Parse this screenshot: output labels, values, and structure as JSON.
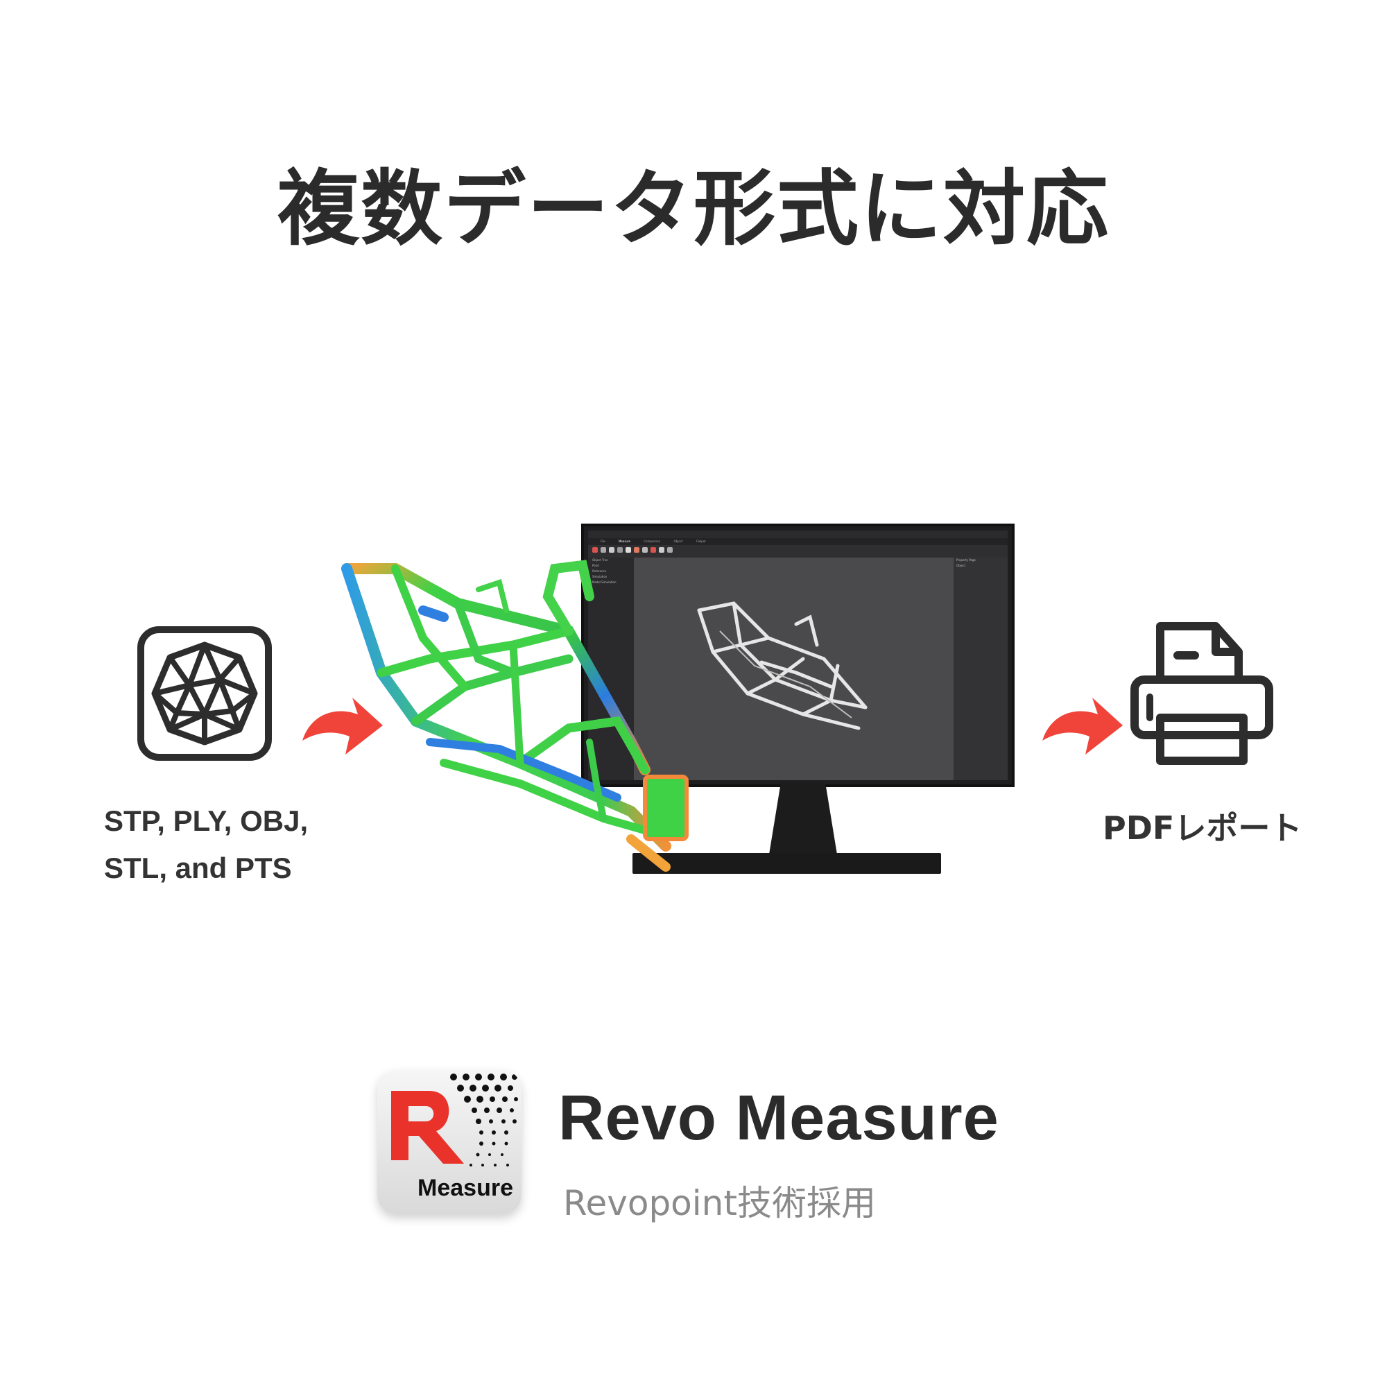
{
  "headline": "複数データ形式に対応",
  "input": {
    "icon": "mesh-file-icon",
    "formats_line1": "STP, PLY, OBJ,",
    "formats_line2": "STL, and PTS"
  },
  "output": {
    "icon": "printer-icon",
    "label": "PDFレポート"
  },
  "software": {
    "tabs": [
      "File",
      "Measure",
      "Comparison",
      "Object",
      "Caliper"
    ],
    "active_tab": "Measure",
    "tree_title": "Object Tree",
    "tree_items": [
      "Point",
      "Reference",
      "Simulation",
      "Model Simulation"
    ],
    "property_title": "Property Page",
    "property_object": "Object"
  },
  "brand": {
    "app_icon_label": "Measure",
    "name": "Revo Measure",
    "subtitle": "Revopoint技術採用"
  },
  "colors": {
    "arrow": "#f0443a",
    "text_dark": "#2b2b2b",
    "text_muted": "#8a8a8a",
    "logo_red": "#e8322a"
  }
}
